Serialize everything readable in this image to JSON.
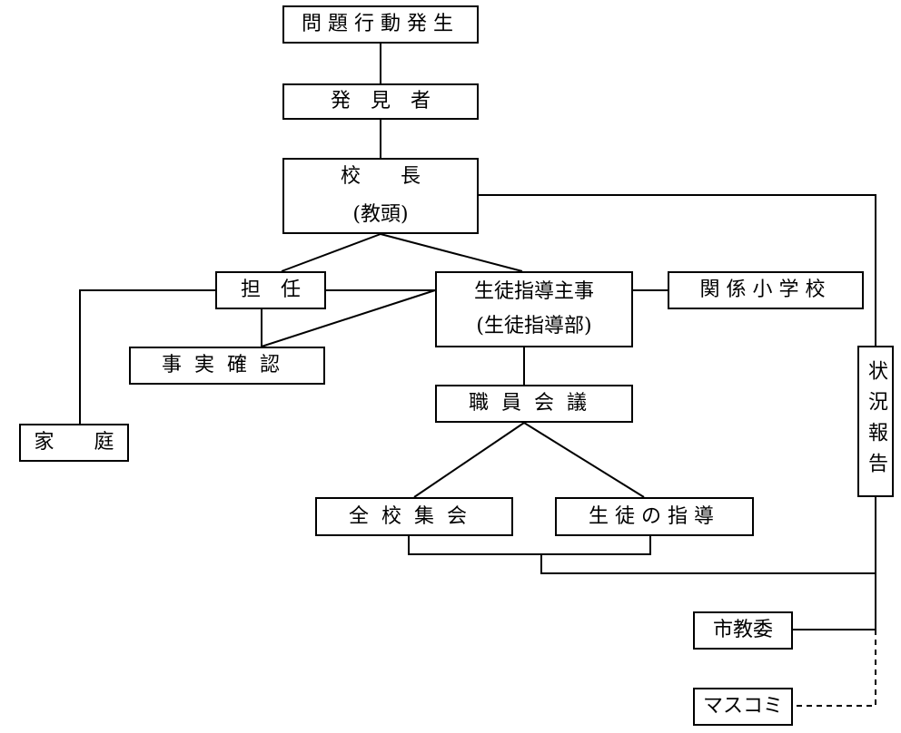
{
  "nodes": {
    "occurrence": "問題行動発生",
    "discoverer": "発　見　者",
    "principal": {
      "title": "校　　長",
      "sub": "(教頭)"
    },
    "homeroom_teacher": "担　任",
    "guidance_head": {
      "title": "生徒指導主事",
      "sub": "(生徒指導部)"
    },
    "elementary_school": "関係小学校",
    "fact_check": "事実確認",
    "family": "家　　庭",
    "staff_meeting": "職員会議",
    "assembly": "全校集会",
    "student_guidance": "生徒の指導",
    "status_report": "状況報告",
    "city_board": "市教委",
    "media": "マスコミ"
  }
}
